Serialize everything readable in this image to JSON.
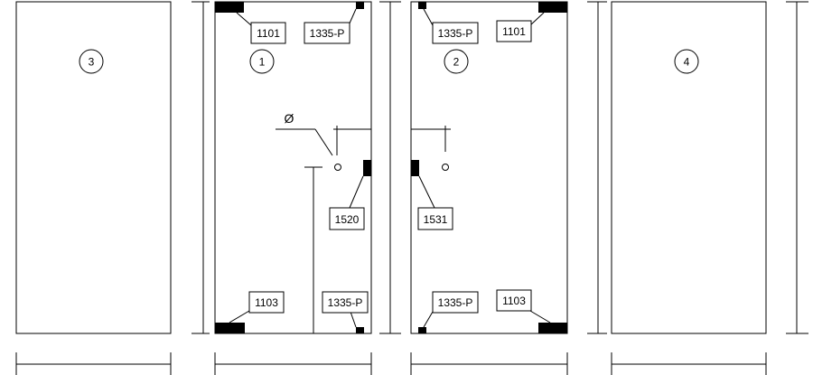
{
  "panels": [
    {
      "id": "3",
      "label": "3"
    },
    {
      "id": "1",
      "label": "1"
    },
    {
      "id": "2",
      "label": "2"
    },
    {
      "id": "4",
      "label": "4"
    }
  ],
  "tags": {
    "p1_top_left": "1101",
    "p1_top_right": "1335-P",
    "p1_mid": "1520",
    "p1_bottom_left": "1103",
    "p1_bottom_right": "1335-P",
    "p2_top_left": "1335-P",
    "p2_top_right": "1101",
    "p2_mid": "1531",
    "p2_bottom_left": "1335-P",
    "p2_bottom_right": "1103"
  },
  "diameter_symbol": "Ø"
}
